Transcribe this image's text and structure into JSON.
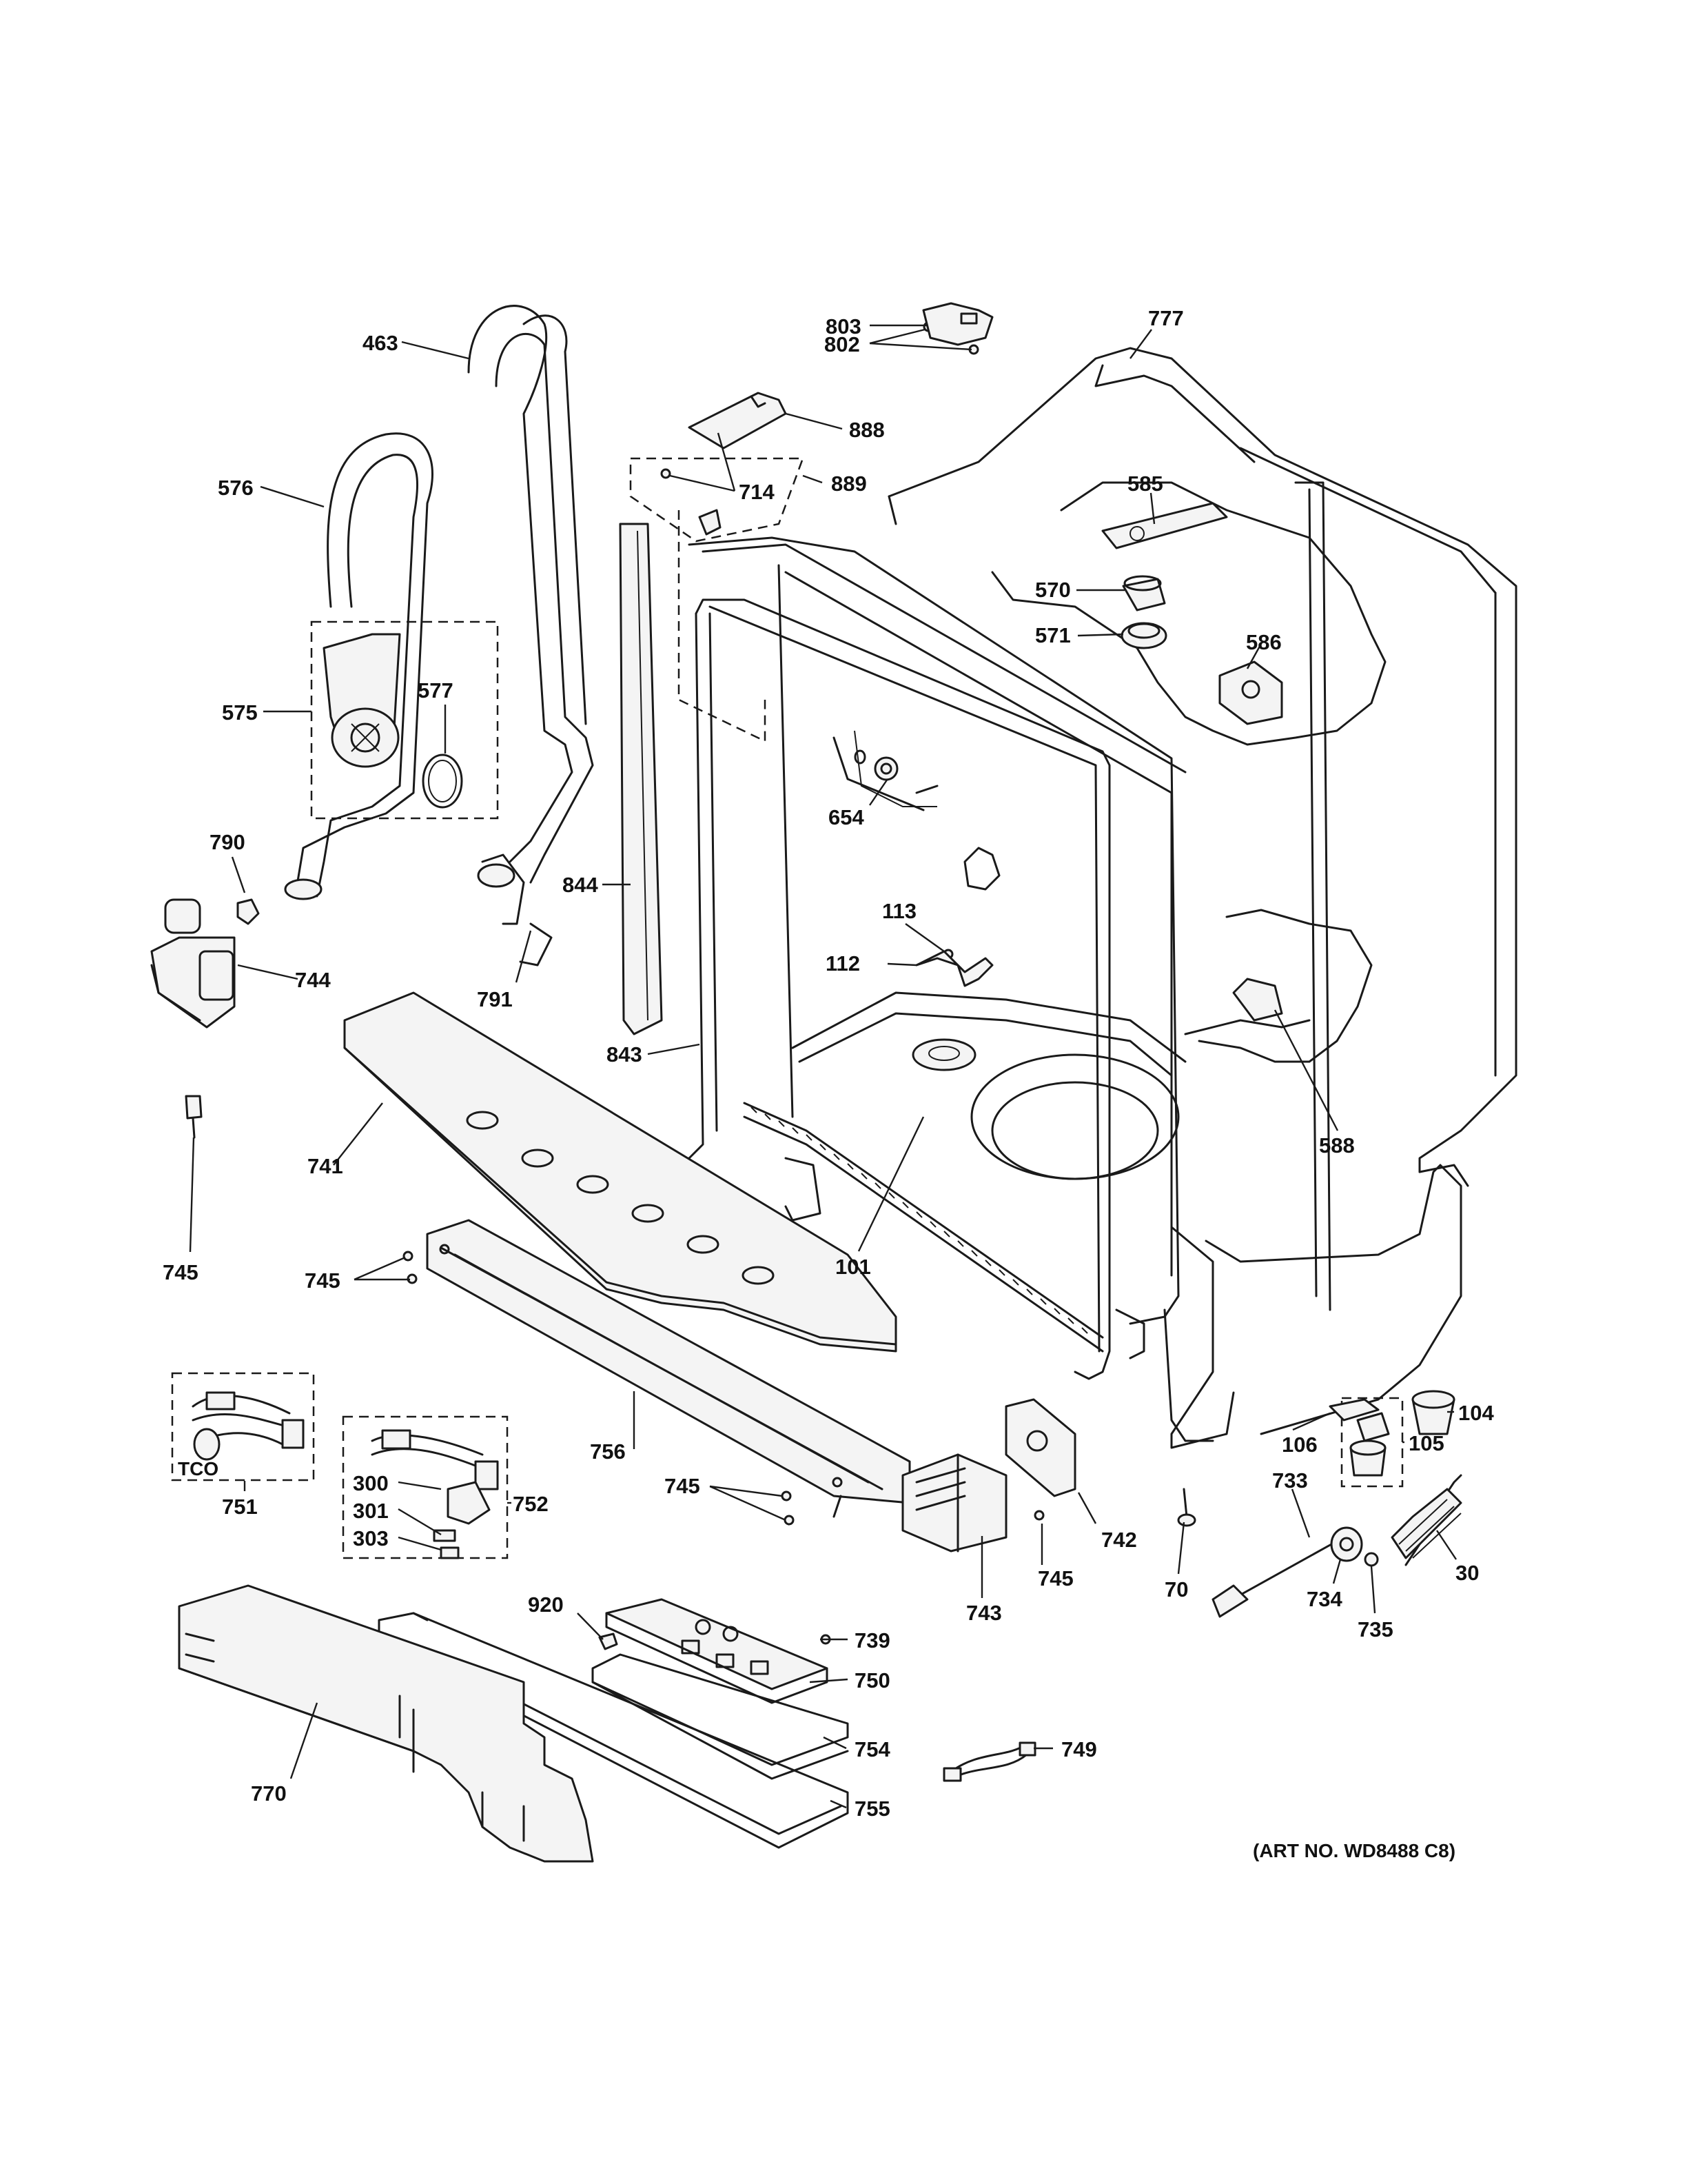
{
  "diagram": {
    "art_number": "(ART NO. WD8488 C8)",
    "labels": {
      "p463": "463",
      "p576": "576",
      "p575": "575",
      "p577": "577",
      "p790": "790",
      "p744": "744",
      "p745a": "745",
      "p791": "791",
      "p844": "844",
      "p843": "843",
      "p741": "741",
      "p745b": "745",
      "p751": "751",
      "tco": "TCO",
      "p300": "300",
      "p301": "301",
      "p303": "303",
      "p752": "752",
      "p756": "756",
      "p745c": "745",
      "p743": "743",
      "p745d": "745",
      "p742": "742",
      "p70": "70",
      "p733": "733",
      "p734": "734",
      "p735": "735",
      "p30": "30",
      "p104": "104",
      "p106": "106",
      "p105": "105",
      "p920": "920",
      "p739": "739",
      "p750": "750",
      "p754": "754",
      "p749": "749",
      "p755": "755",
      "p770": "770",
      "p803": "803",
      "p802": "802",
      "p888": "888",
      "p714": "714",
      "p889": "889",
      "p777": "777",
      "p585": "585",
      "p570": "570",
      "p571": "571",
      "p586": "586",
      "p654": "654",
      "p113": "113",
      "p112": "112",
      "p101": "101",
      "p588": "588"
    }
  }
}
